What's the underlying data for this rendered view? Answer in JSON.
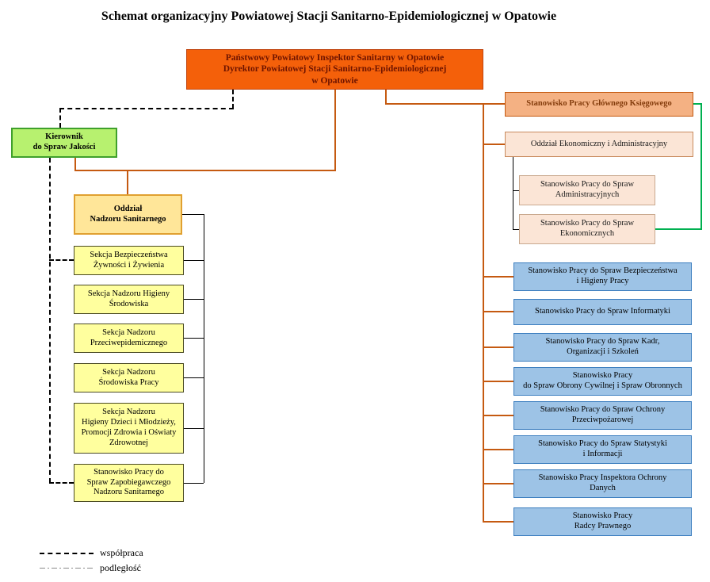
{
  "title": "Schemat organizacyjny Powiatowej Stacji Sanitarno-Epidemiologicznej w Opatowie",
  "nodes": {
    "director": {
      "label": "Państwowy Powiatowy Inspektor Sanitarny w Opatowie\nDyrektor Powiatowej Stacji Sanitarno-Epidemiologicznej\nw Opatowie"
    },
    "quality_manager": {
      "label": "Kierownik\ndo Spraw Jakości"
    },
    "chief_accountant": {
      "label": "Stanowisko Pracy Głównego Księgowego"
    },
    "economic_admin_dept": {
      "label": "Oddział Ekonomiczny i Administracyjny"
    },
    "admin_position": {
      "label": "Stanowisko Pracy do Spraw\nAdministracyjnych"
    },
    "economic_position": {
      "label": "Stanowisko Pracy do Spraw\nEkonomicznych"
    },
    "sanitary_dept": {
      "label": "Oddział\nNadzoru Sanitarnego"
    }
  },
  "sanitary_sections": [
    {
      "label": "Sekcja Bezpieczeństwa\nŻywności i Żywienia"
    },
    {
      "label": "Sekcja Nadzoru Higieny\nŚrodowiska"
    },
    {
      "label": "Sekcja Nadzoru\nPrzeciwepidemicznego"
    },
    {
      "label": "Sekcja Nadzoru\nŚrodowiska Pracy"
    },
    {
      "label": "Sekcja Nadzoru\nHigieny Dzieci i Młodzieży,\nPromocji Zdrowia i Oświaty\nZdrowotnej"
    },
    {
      "label": "Stanowisko Pracy do\nSpraw Zapobiegawczego\nNadzoru Sanitarnego"
    }
  ],
  "staff_positions": [
    {
      "label": "Stanowisko Pracy do Spraw Bezpieczeństwa\ni Higieny Pracy"
    },
    {
      "label": "Stanowisko Pracy do Spraw Informatyki"
    },
    {
      "label": "Stanowisko Pracy do Spraw Kadr,\nOrganizacji i Szkoleń"
    },
    {
      "label": "Stanowisko Pracy\ndo Spraw Obrony Cywilnej i Spraw Obronnych"
    },
    {
      "label": "Stanowisko Pracy do Spraw Ochrony\nPrzeciwpożarowej"
    },
    {
      "label": "Stanowisko Pracy do Spraw Statystyki\ni Informacji"
    },
    {
      "label": "Stanowisko Pracy Inspektora Ochrony\nDanych"
    },
    {
      "label": "Stanowisko Pracy\nRadcy Prawnego"
    }
  ],
  "legend": {
    "cooperation": "współpraca",
    "subordination": "podległość"
  },
  "colors": {
    "director_fill": "#F4600A",
    "chief_accountant_fill": "#F4B183",
    "economic_dept_fill": "#FBE5D6",
    "quality_manager_fill": "#B7F16F",
    "sanitary_dept_fill": "#FFE699",
    "sections_fill": "#FFFF9E",
    "staff_positions_fill": "#9DC3E6",
    "connector_color": "#C55A11",
    "accountant_line_color": "#00B050"
  }
}
